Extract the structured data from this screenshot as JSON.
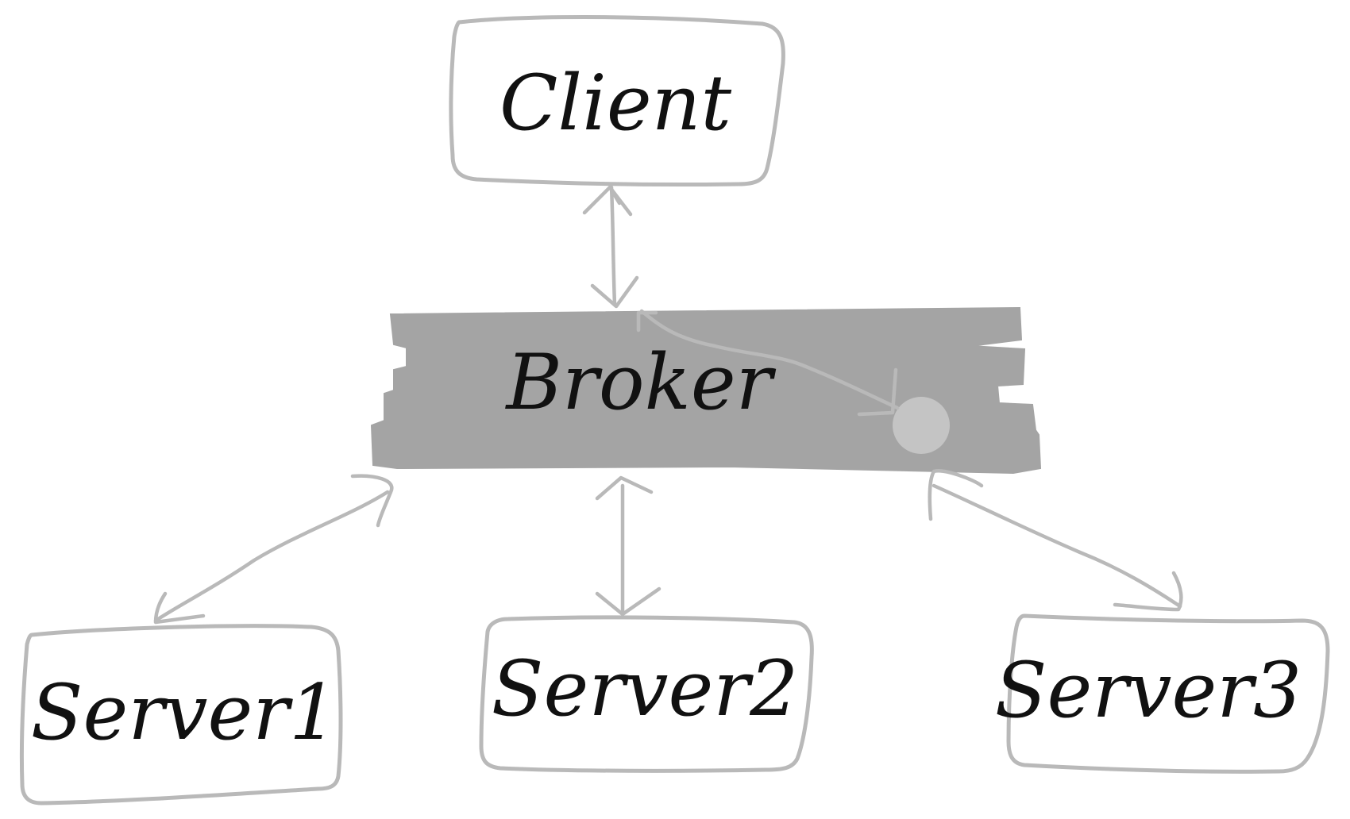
{
  "nodes": {
    "client": {
      "label": "Client"
    },
    "broker": {
      "label": "Broker"
    },
    "server1": {
      "label": "Server1"
    },
    "server2": {
      "label": "Server2"
    },
    "server3": {
      "label": "Server3"
    }
  },
  "edges": [
    {
      "from": "client",
      "to": "broker",
      "direction": "bidirectional"
    },
    {
      "from": "broker",
      "to": "server1",
      "direction": "bidirectional"
    },
    {
      "from": "broker",
      "to": "server2",
      "direction": "bidirectional"
    },
    {
      "from": "broker",
      "to": "server3",
      "direction": "bidirectional"
    },
    {
      "from": "broker",
      "to": "broker",
      "direction": "loop"
    }
  ],
  "colors": {
    "background": "#ffffff",
    "box_stroke": "#b9b9b9",
    "broker_fill": "#a4a4a4",
    "connector": "#b9b9b9",
    "text": "#111111"
  }
}
